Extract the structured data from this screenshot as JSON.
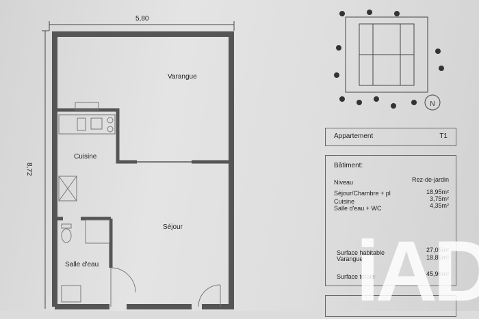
{
  "plan": {
    "width_dim": "5,80",
    "height_dim": "8,72",
    "rooms": {
      "varangue": "Varangue",
      "cuisine": "Cuisine",
      "sejour": "Séjour",
      "salle_eau": "Salle d'eau"
    }
  },
  "panel": {
    "appartement_label": "Appartement",
    "appartement_type": "T1",
    "batiment_label": "Bâtiment:",
    "niveau_label": "Niveau",
    "niveau_value": "Rez-de-jardin",
    "rows": [
      {
        "label": "Séjour/Chambre + pl",
        "value": "18,95m²"
      },
      {
        "label": "Cuisine",
        "value": "3,75m²"
      },
      {
        "label": "Salle d'eau + WC",
        "value": "4,35m²"
      }
    ],
    "surface_habitable_label": "Surface habitable",
    "surface_habitable_value": "27,05m²",
    "varangue_label": "Varangue",
    "varangue_value": "18,85m²",
    "surface_totale_label": "Surface totale",
    "surface_totale_value": "45,90m²"
  },
  "watermark": {
    "logo": "iAD"
  }
}
